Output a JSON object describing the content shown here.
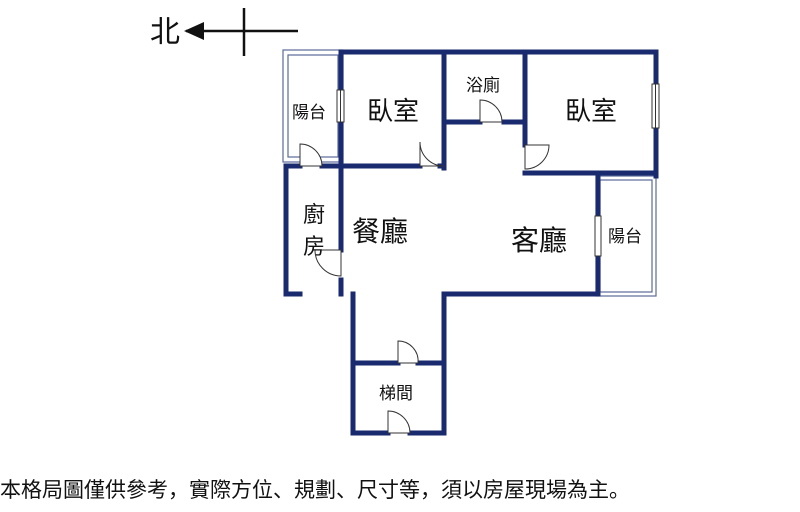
{
  "compass": {
    "label": "北",
    "icon": "north-arrow-icon"
  },
  "rooms": {
    "balcony_west": "陽台",
    "bedroom_1": "臥室",
    "bathroom": "浴廁",
    "bedroom_2": "臥室",
    "kitchen_line1": "廚",
    "kitchen_line2": "房",
    "dining": "餐廳",
    "living": "客廳",
    "balcony_east": "陽台",
    "stairwell": "梯間"
  },
  "disclaimer": "本格局圖僅供參考，實際方位、規劃、尺寸等，須以房屋現場為主。",
  "colors": {
    "wall": "#1a2a6e",
    "text": "#111111",
    "background": "#ffffff"
  }
}
